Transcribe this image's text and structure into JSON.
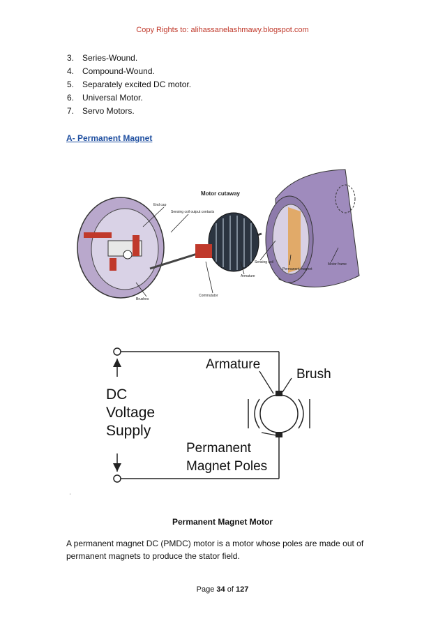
{
  "header": {
    "copyright": "Copy Rights to: alihassanelashmawy.blogspot.com"
  },
  "motor_types": [
    {
      "num": "3.",
      "label": "Series-Wound."
    },
    {
      "num": "4.",
      "label": "Compound-Wound."
    },
    {
      "num": "5.",
      "label": "Separately excited DC motor."
    },
    {
      "num": "6.",
      "label": "Universal Motor."
    },
    {
      "num": "7.",
      "label": "Servo Motors."
    }
  ],
  "section": {
    "title": "A- Permanent Magnet"
  },
  "cutaway": {
    "title": "Motor cutaway",
    "labels": {
      "end_cap": "End cap",
      "sensing_coil_output": "Sensing coil output contacts",
      "brushes": "Brushes",
      "commutator": "Commutator",
      "armature": "Armature",
      "sensing_coil": "Sensing coil",
      "permanent_magnet": "Permanent magnet",
      "motor_frame": "Motor frame"
    }
  },
  "schematic": {
    "supply_line1": "DC",
    "supply_line2": "Voltage",
    "supply_line3": "Supply",
    "armature": "Armature",
    "brush": "Brush",
    "poles_line1": "Permanent",
    "poles_line2": "Magnet Poles"
  },
  "mark": {
    "tiny": "'"
  },
  "caption": "Permanent Magnet Motor",
  "paragraph": "A permanent magnet DC (PMDC) motor is a motor whose poles are made out of permanent magnets to produce the stator field.",
  "footer": {
    "prefix": "Page ",
    "page": "34",
    "middle": " of ",
    "total": "127"
  }
}
